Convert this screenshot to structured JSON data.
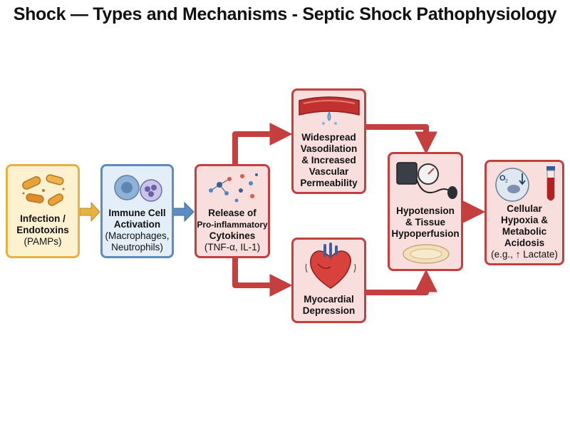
{
  "title": "Shock — Types and Mechanisms - Septic Shock Pathophysiology",
  "nodes": {
    "infection": {
      "line1": "Infection /",
      "line2": "Endotoxins",
      "line3": "(PAMPs)"
    },
    "immune": {
      "line1": "Immune Cell",
      "line2": "Activation",
      "line3": "(Macrophages,",
      "line4": "Neutrophils)"
    },
    "cytokines": {
      "line1": "Release of",
      "line2": "Pro-inflammatory",
      "line3": "Cytokines",
      "line4": "(TNF-α, IL-1)"
    },
    "vasodilation": {
      "line1": "Widespread",
      "line2": "Vasodilation",
      "line3": "& Increased",
      "line4": "Vascular",
      "line5": "Permeability"
    },
    "myocardial": {
      "line1": "Myocardial",
      "line2": "Depression"
    },
    "hypotension": {
      "line1": "Hypotension",
      "line2": "& Tissue",
      "line3": "Hypoperfusion"
    },
    "hypoxia": {
      "line1": "Cellular",
      "line2": "Hypoxia &",
      "line3": "Metabolic",
      "line4": "Acidosis",
      "line5": "(e.g., ↑ Lactate)"
    }
  },
  "icons": {
    "bacteria": "bacteria-icon",
    "immune_cells": "immune-cells-icon",
    "cytokine_molecules": "molecules-icon",
    "blood_vessel": "blood-vessel-icon",
    "heart": "heart-icon",
    "blood_pressure_cuff": "blood-pressure-icon",
    "tissue_cell": "cell-icon",
    "oxygen_cell": "oxygen-cell-icon",
    "test_tube": "test-tube-icon"
  },
  "icon_text": {
    "oxygen": "O",
    "oxygen_sub": "2"
  },
  "colors": {
    "yellow": "#e6b343",
    "blue": "#5b8cc2",
    "red": "#c53f3f"
  }
}
